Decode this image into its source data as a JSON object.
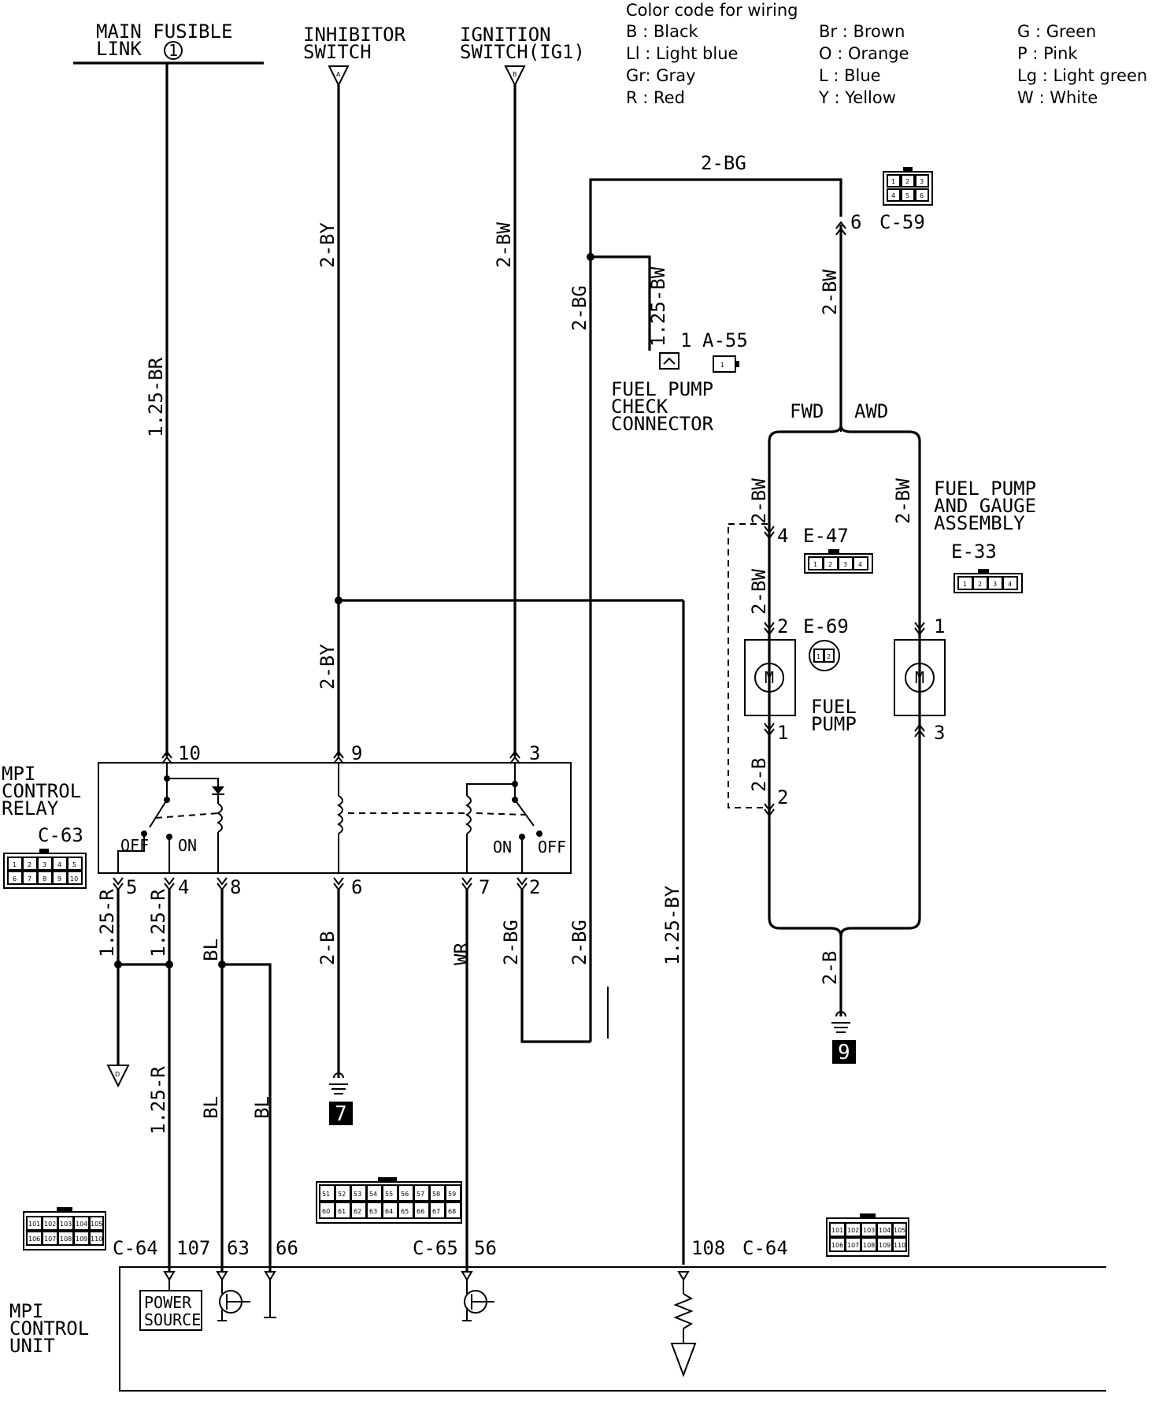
{
  "legend": {
    "title": "Color code for wiring",
    "entries": [
      "B : Black",
      "Ll : Light blue",
      "Gr: Gray",
      "R : Red",
      "Br : Brown",
      "O : Orange",
      "L : Blue",
      "Y : Yellow",
      "G : Green",
      "P : Pink",
      "Lg : Light green",
      "W : White"
    ]
  },
  "sources": {
    "fusible_line1": "MAIN FUSIBLE",
    "fusible_line2": "LINK",
    "fusible_num": "1",
    "inhibitor_line1": "INHIBITOR",
    "inhibitor_line2": "SWITCH",
    "inhibitor_conn": "A",
    "ignition_line1": "IGNITION",
    "ignition_line2": "SWITCH(IG1)",
    "ignition_conn": "B"
  },
  "wires": {
    "w125br": "1.25-BR",
    "w2by_top": "2-BY",
    "w2bw_top": "2-BW",
    "w2bg_top": "2-BG",
    "w2bg_vert": "2-BG",
    "w125bw": "1.25-BW",
    "w2bw_c59": "2-BW",
    "w2by_mid": "2-BY",
    "w125r_a": "1.25-R",
    "w125r_b": "1.25-R",
    "wbl_a": "BL",
    "w2b_mid": "2-B",
    "wwr": "WR",
    "w2bg_b1": "2-BG",
    "w2bg_b2": "2-BG",
    "w125by": "1.25-BY",
    "w125r_low": "1.25-R",
    "wbl_low1": "BL",
    "wbl_low2": "BL",
    "w2bw_fwd1": "2-BW",
    "w2bw_fwd2": "2-BW",
    "w2bw_awd": "2-BW",
    "w2b_fwd": "2-B",
    "w2b_gnd": "2-B"
  },
  "connectors": {
    "c59": "C-59",
    "c59_pin": "6",
    "c59_pins": [
      "1",
      "2",
      "3",
      "4",
      "5",
      "6"
    ],
    "a55": "A-55",
    "a55_pin": "1",
    "a55_pins": [
      "1"
    ],
    "e47": "E-47",
    "e47_pin_top": "4",
    "e47_pins": [
      "1",
      "2",
      "3",
      "4"
    ],
    "e69": "E-69",
    "e69_pin_top": "2",
    "e69_pin_bot": "1",
    "e69_pins": [
      "1",
      "2"
    ],
    "e33": "E-33",
    "e33_pin_top": "1",
    "e33_pin_bot": "3",
    "e33_pins": [
      "1",
      "2",
      "3",
      "4"
    ],
    "e47_pin_bot": "2",
    "c63": "C-63",
    "c63_pins": [
      "1",
      "2",
      "3",
      "4",
      "5",
      "6",
      "7",
      "8",
      "9",
      "10"
    ],
    "c64_left": "C-64",
    "c64_right": "C-64",
    "c65": "C-65",
    "c64_pins": [
      "101",
      "102",
      "103",
      "104",
      "105",
      "106",
      "107",
      "108",
      "109",
      "110"
    ],
    "c65_pins": [
      "51",
      "52",
      "53",
      "54",
      "55",
      "56",
      "57",
      "58",
      "59",
      "60",
      "61",
      "62",
      "63",
      "64",
      "65",
      "66",
      "67",
      "68"
    ]
  },
  "relay": {
    "title_line1": "MPI",
    "title_line2": "CONTROL",
    "title_line3": "RELAY",
    "pin_10": "10",
    "pin_9": "9",
    "pin_3": "3",
    "pin_5": "5",
    "pin_4": "4",
    "pin_8": "8",
    "pin_6": "6",
    "pin_7": "7",
    "pin_2": "2",
    "off_left": "OFF",
    "on_left": "ON",
    "on_right": "ON",
    "off_right": "OFF"
  },
  "fuel_pump": {
    "check_line1": "FUEL PUMP",
    "check_line2": "CHECK",
    "check_line3": "CONNECTOR",
    "fwd": "FWD",
    "awd": "AWD",
    "motor_label": "M",
    "pump_line1": "FUEL",
    "pump_line2": "PUMP",
    "assy_line1": "FUEL PUMP",
    "assy_line2": "AND GAUGE",
    "assy_line3": "ASSEMBLY"
  },
  "grounds": {
    "g7": "7",
    "g9": "9",
    "gD": "D"
  },
  "ecu": {
    "title_line1": "MPI",
    "title_line2": "CONTROL",
    "title_line3": "UNIT",
    "pin_107": "107",
    "pin_63": "63",
    "pin_66": "66",
    "pin_56": "56",
    "pin_108": "108",
    "power_line1": "POWER",
    "power_line2": "SOURCE"
  }
}
